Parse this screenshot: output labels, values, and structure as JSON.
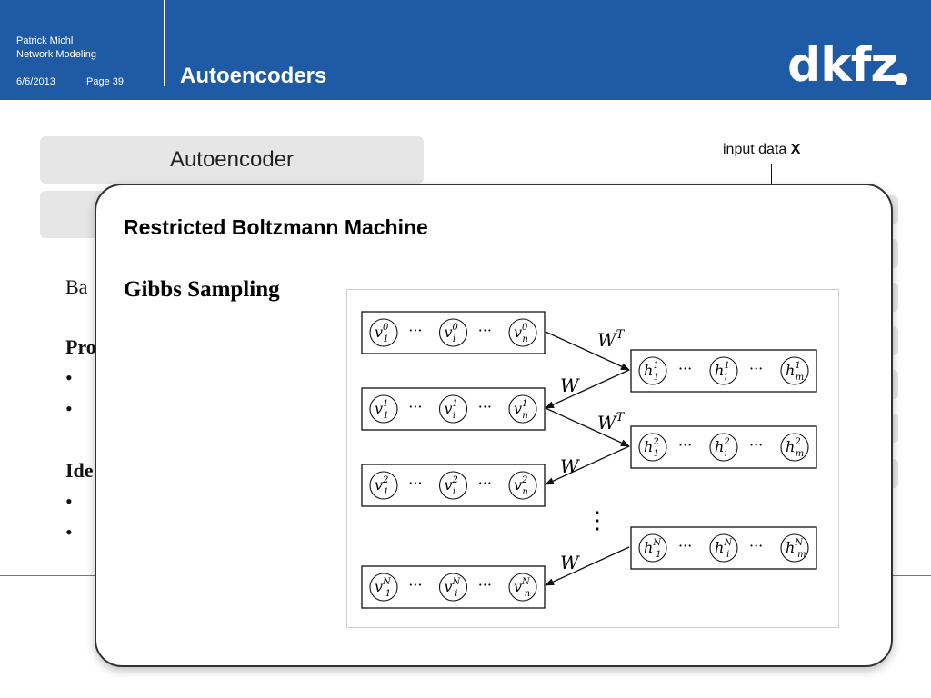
{
  "header": {
    "author": "Patrick Michl",
    "course": "Network Modeling",
    "date": "6/6/2013",
    "page": "Page 39",
    "title": "Autoencoders",
    "logo": "dkfz",
    "colors": {
      "header_bg": "#1f5ba4",
      "pill_bg": "#e6e6e6"
    }
  },
  "background": {
    "pill_label": "Autoencoder",
    "input_label": "input data",
    "input_var": "X",
    "text_ba": "Ba",
    "text_pro": "Pro",
    "text_ide": "Ide",
    "bullet": "•"
  },
  "popup": {
    "title": "Restricted Boltzmann Machine",
    "subtitle": "Gibbs Sampling",
    "figure": {
      "weight_transpose": "W",
      "weight_transpose_sup": "T",
      "weight": "W",
      "ellipsis": "···",
      "vdots": "⋮",
      "visible_rows": [
        {
          "sup": "0",
          "nodes": [
            {
              "base": "v",
              "sub": "1"
            },
            {
              "base": "v",
              "sub": "i"
            },
            {
              "base": "v",
              "sub": "n"
            }
          ]
        },
        {
          "sup": "1",
          "nodes": [
            {
              "base": "v",
              "sub": "1"
            },
            {
              "base": "v",
              "sub": "i"
            },
            {
              "base": "v",
              "sub": "n"
            }
          ]
        },
        {
          "sup": "2",
          "nodes": [
            {
              "base": "v",
              "sub": "1"
            },
            {
              "base": "v",
              "sub": "i"
            },
            {
              "base": "v",
              "sub": "n"
            }
          ]
        },
        {
          "sup": "N",
          "nodes": [
            {
              "base": "v",
              "sub": "1"
            },
            {
              "base": "v",
              "sub": "i"
            },
            {
              "base": "v",
              "sub": "n"
            }
          ]
        }
      ],
      "hidden_rows": [
        {
          "sup": "1",
          "nodes": [
            {
              "base": "h",
              "sub": "1"
            },
            {
              "base": "h",
              "sub": "i"
            },
            {
              "base": "h",
              "sub": "m"
            }
          ]
        },
        {
          "sup": "2",
          "nodes": [
            {
              "base": "h",
              "sub": "1"
            },
            {
              "base": "h",
              "sub": "i"
            },
            {
              "base": "h",
              "sub": "m"
            }
          ]
        },
        {
          "sup": "N",
          "nodes": [
            {
              "base": "h",
              "sub": "1"
            },
            {
              "base": "h",
              "sub": "i"
            },
            {
              "base": "h",
              "sub": "m"
            }
          ]
        }
      ]
    }
  }
}
